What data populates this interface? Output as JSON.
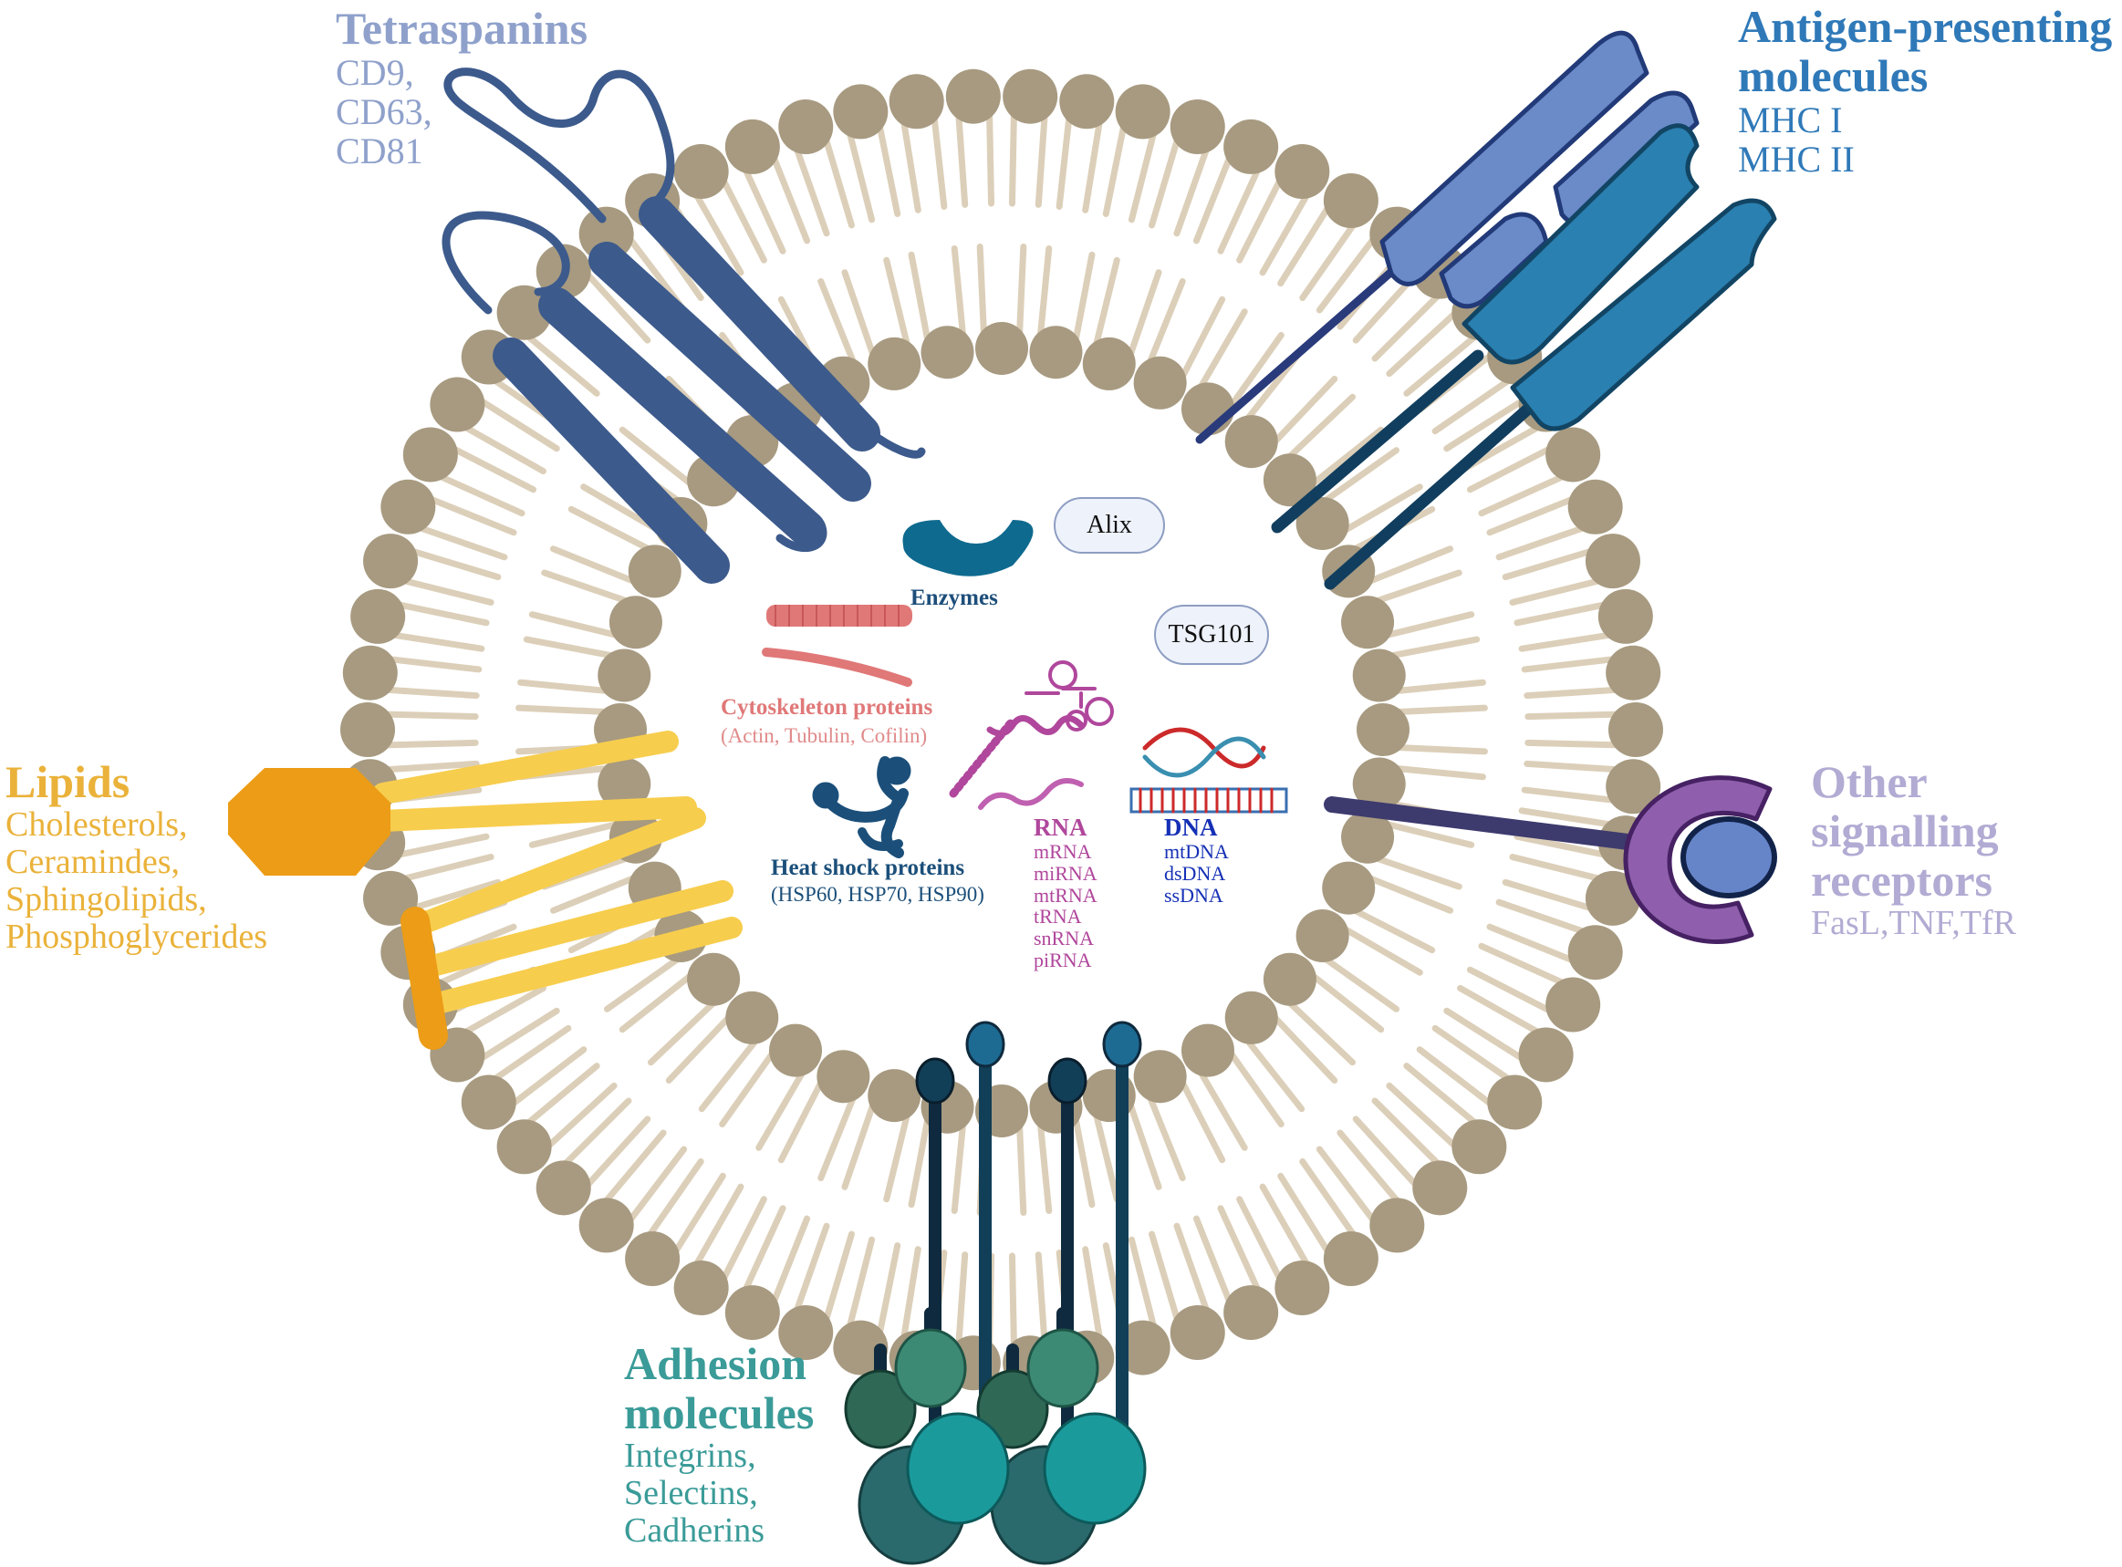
{
  "colors": {
    "head": "#a79a80",
    "tail": "#dccfb9",
    "tetraspanin": "#3c5a8c",
    "mhc1": "#6a8ac8",
    "mhc2": "#2a80b0",
    "lipid_orange": "#ec9c16",
    "lipid_yellow": "#f7cd4d",
    "receptor": "#8f5fad",
    "receptor_ligand": "#6685c9",
    "adhesion_dark": "#0f2a3e",
    "adhesion_teal": "#1b9a9c",
    "enzyme": "#0f6a8f",
    "cytoskeleton": "#e07878",
    "rna": "#b0479c",
    "dna": "#1530b5",
    "hsp": "#1b4f7a"
  },
  "labels": {
    "tetraspanins": {
      "title": "Tetraspanins",
      "items": [
        "CD9,",
        "CD63,",
        "CD81"
      ]
    },
    "antigen": {
      "title_lines": [
        "Antigen-presenting",
        "molecules"
      ],
      "items": [
        "MHC I",
        "MHC II"
      ]
    },
    "lipids": {
      "title": "Lipids",
      "items": [
        "Cholesterols,",
        "Ceramindes,",
        "Sphingolipids,",
        "Phosphoglycerides"
      ]
    },
    "receptors": {
      "title_lines": [
        "Other",
        "signalling",
        "receptors"
      ],
      "items": [
        "FasL,TNF,TfR"
      ]
    },
    "adhesion": {
      "title_lines": [
        "Adhesion",
        "molecules"
      ],
      "items": [
        "Integrins,",
        "Selectins,",
        "Cadherins"
      ]
    }
  },
  "cargo": {
    "enzymes": "Enzymes",
    "alix": "Alix",
    "tsg101": "TSG101",
    "cytoskeleton": {
      "title": "Cytoskeleton proteins",
      "sub": "(Actin, Tubulin, Cofilin)"
    },
    "hsp": {
      "title": "Heat shock proteins",
      "sub": "(HSP60,  HSP70, HSP90)"
    },
    "rna": {
      "title": "RNA",
      "items": [
        "mRNA",
        "miRNA",
        "mtRNA",
        "tRNA",
        "snRNA",
        "piRNA"
      ]
    },
    "dna": {
      "title": "DNA",
      "items": [
        "mtDNA",
        "dsDNA",
        "ssDNA"
      ]
    }
  }
}
